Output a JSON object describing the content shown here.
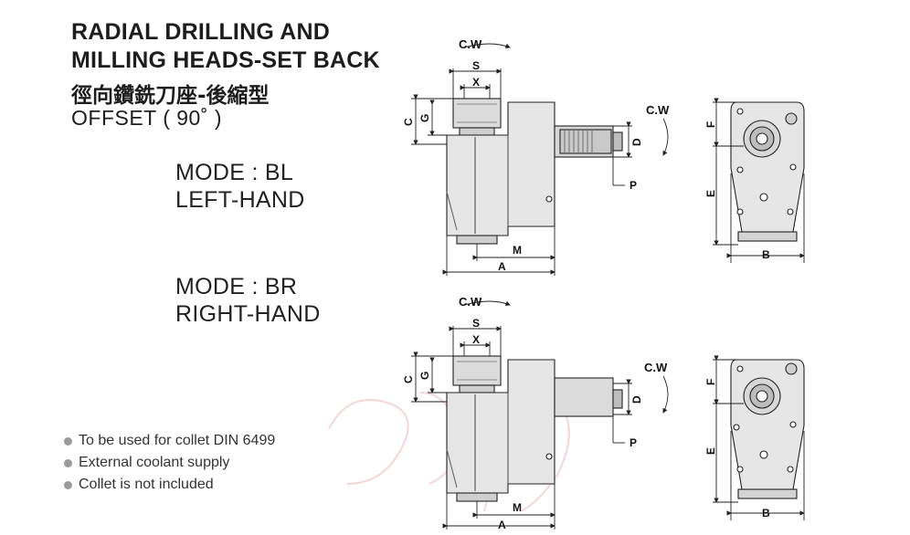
{
  "title_line1": "RADIAL DRILLING AND",
  "title_line2": "MILLING HEADS-SET BACK",
  "title_cn": "徑向鑽銑刀座-後縮型",
  "offset": "OFFSET ( 90˚ )",
  "modes": [
    {
      "line1": "MODE : BL",
      "line2": "LEFT-HAND"
    },
    {
      "line1": "MODE : BR",
      "line2": "RIGHT-HAND"
    }
  ],
  "bullets": [
    "To be used for collet DIN 6499",
    "External coolant supply",
    "Collet is not included"
  ],
  "dimension_labels": {
    "cw": "C.W",
    "s": "S",
    "x": "X",
    "c": "C",
    "g": "G",
    "d": "D",
    "p": "P",
    "m": "M",
    "a": "A",
    "f": "F",
    "e": "E",
    "b": "B"
  }
}
